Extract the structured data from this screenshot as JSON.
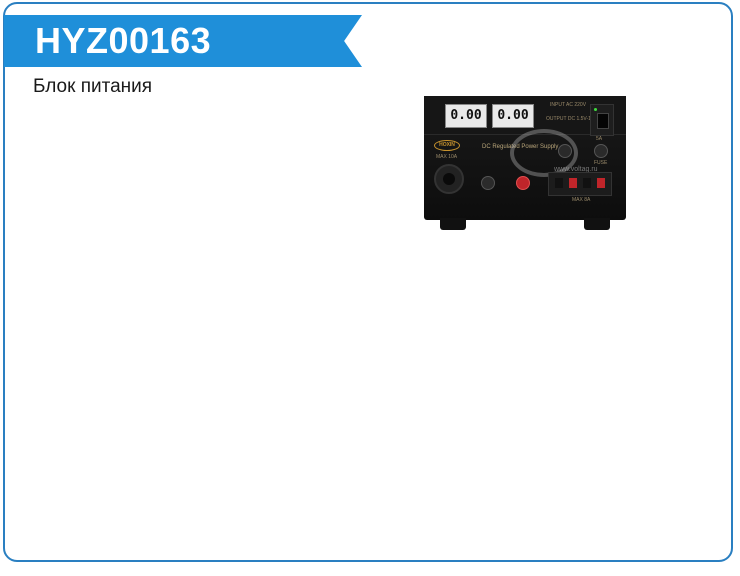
{
  "product": {
    "code": "HYZ00163",
    "description": "Блок питания"
  },
  "image": {
    "display_left": "0.00",
    "display_right": "0.00",
    "input_label": "INPUT AC 220V",
    "output_label": "OUTPUT DC 1.5V-15V",
    "brand": "HOXIN",
    "panel_title": "DC Regulated Power Supply",
    "max_a_label": "MAX 10A",
    "fuse_label": "FUSE",
    "fuse_rating": "5A",
    "max_terminal_label": "MAX 8A",
    "watermark": "www.voltag.ru"
  },
  "colors": {
    "banner": "#1f8fd9",
    "border": "#2a7fc1"
  }
}
